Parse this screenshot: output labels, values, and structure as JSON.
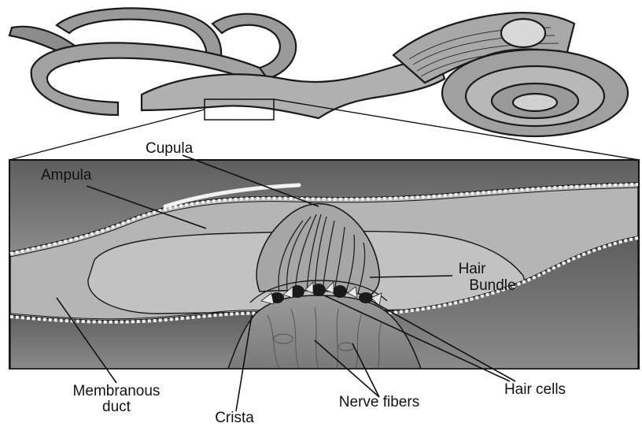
{
  "labels": {
    "cupula": "Cupula",
    "ampula": "Ampula",
    "hair_bundle_line1": "Hair",
    "hair_bundle_line2": "Bundle",
    "membranous_duct_line1": "Membranous",
    "membranous_duct_line2": "duct",
    "crista": "Crista",
    "nerve_fibers": "Nerve fibers",
    "hair_cells": "Hair cells"
  },
  "colors": {
    "canal_fill": "#9a9a9a",
    "endolymph_fill": "#b8b8b8",
    "dark_band": "#6e6e6e",
    "tissue_fill": "#8c8c8c",
    "line": "#1a1a1a"
  }
}
